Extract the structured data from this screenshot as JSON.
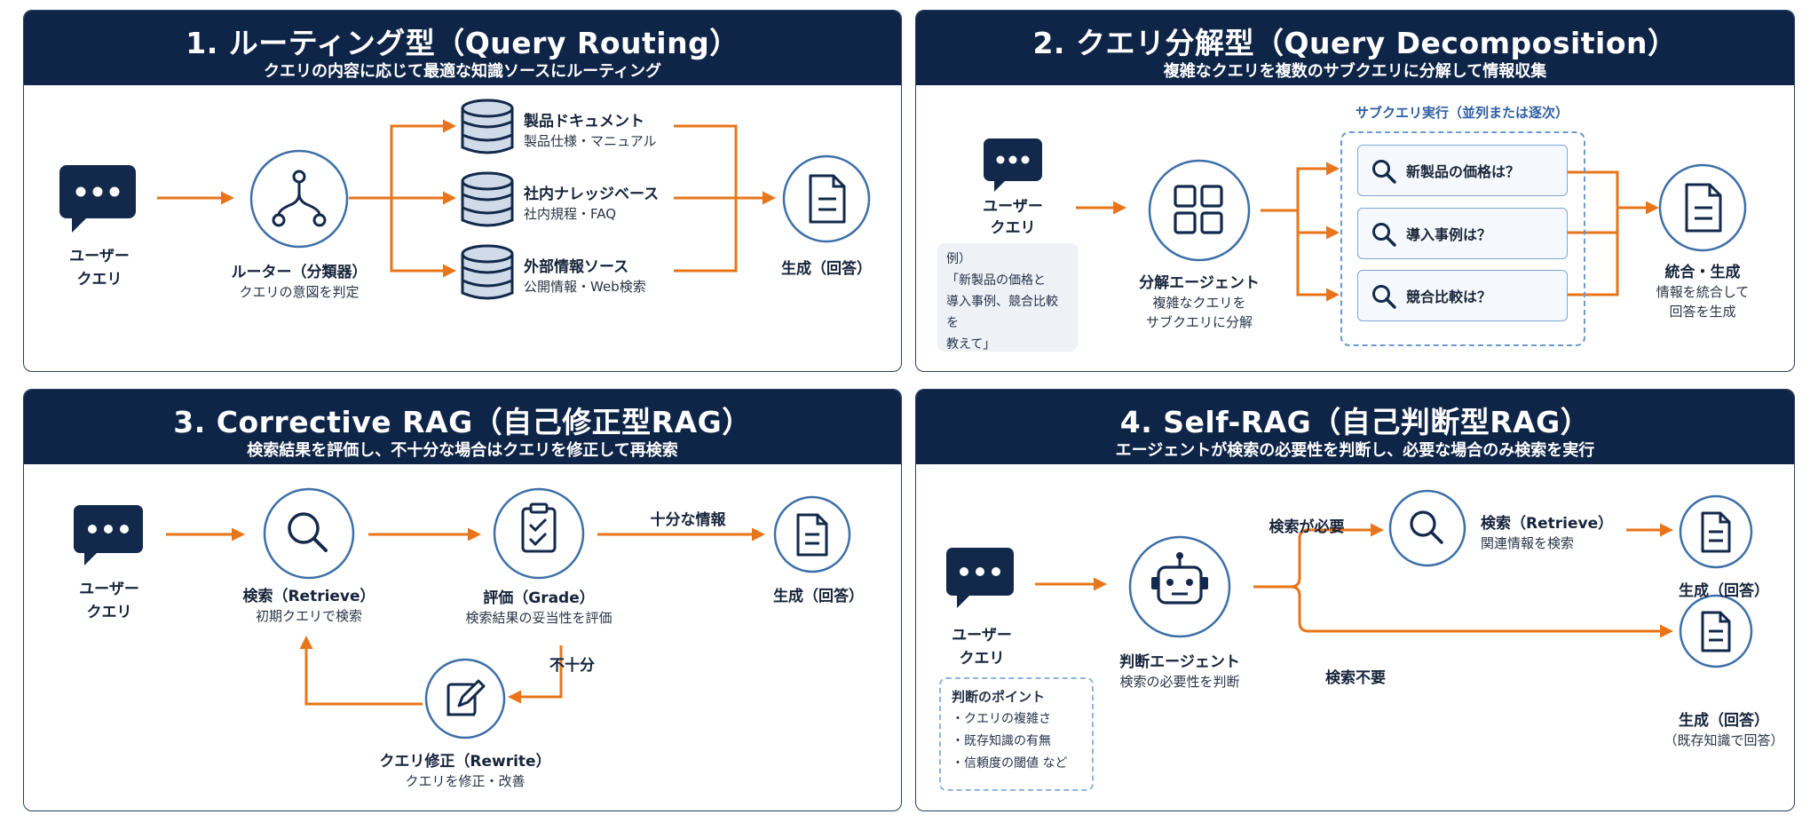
{
  "panels": {
    "p1": {
      "title": "1. ルーティング型（Query Routing）",
      "subtitle": "クエリの内容に応じて最適な知識ソースにルーティング",
      "user_label_1": "ユーザー",
      "user_label_2": "クエリ",
      "router_label": "ルーター（分類器）",
      "router_sub": "クエリの意図を判定",
      "sources": [
        {
          "title": "製品ドキュメント",
          "sub": "製品仕様・マニュアル"
        },
        {
          "title": "社内ナレッジベース",
          "sub": "社内規程・FAQ"
        },
        {
          "title": "外部情報ソース",
          "sub": "公開情報・Web検索"
        }
      ],
      "output_label": "生成（回答）"
    },
    "p2": {
      "title": "2. クエリ分解型（Query Decomposition）",
      "subtitle": "複雑なクエリを複数のサブクエリに分解して情報収集",
      "user_label_1": "ユーザー",
      "user_label_2": "クエリ",
      "example_lines": [
        "例）",
        "「新製品の価格と",
        "導入事例、競合比較を",
        "教えて」"
      ],
      "agent_label": "分解エージェント",
      "agent_sub_1": "複雑なクエリを",
      "agent_sub_2": "サブクエリに分解",
      "subquery_header": "サブクエリ実行（並列または逐次）",
      "subqueries": [
        "新製品の価格は？",
        "導入事例は？",
        "競合比較は？"
      ],
      "output_label": "統合・生成",
      "output_sub_1": "情報を統合して",
      "output_sub_2": "回答を生成"
    },
    "p3": {
      "title": "3. Corrective RAG（自己修正型RAG）",
      "subtitle": "検索結果を評価し、不十分な場合はクエリを修正して再検索",
      "user_label_1": "ユーザー",
      "user_label_2": "クエリ",
      "retrieve_label": "検索（Retrieve）",
      "retrieve_sub": "初期クエリで検索",
      "grade_label": "評価（Grade）",
      "grade_sub": "検索結果の妥当性を評価",
      "sufficient_label": "十分な情報",
      "insufficient_label": "不十分",
      "rewrite_label": "クエリ修正（Rewrite）",
      "rewrite_sub": "クエリを修正・改善",
      "output_label": "生成（回答）"
    },
    "p4": {
      "title": "4. Self-RAG（自己判断型RAG）",
      "subtitle": "エージェントが検索の必要性を判断し、必要な場合のみ検索を実行",
      "user_label_1": "ユーザー",
      "user_label_2": "クエリ",
      "point_title": "判断のポイント",
      "point_items": [
        "・クエリの複雑さ",
        "・既存知識の有無",
        "・信頼度の閾値 など"
      ],
      "agent_label": "判断エージェント",
      "agent_sub": "検索の必要性を判断",
      "need_label": "検索が必要",
      "no_need_label": "検索不要",
      "retrieve_label": "検索（Retrieve）",
      "retrieve_sub": "関連情報を検索",
      "output_label_1": "生成（回答）",
      "output_label_2": "生成（回答）",
      "output_sub_2": "（既存知識で回答）"
    }
  },
  "colors": {
    "header_bg": "#0f2548",
    "arrow": "#e8751a",
    "icon": "#13294b",
    "circle_border": "#3d6fa8"
  }
}
